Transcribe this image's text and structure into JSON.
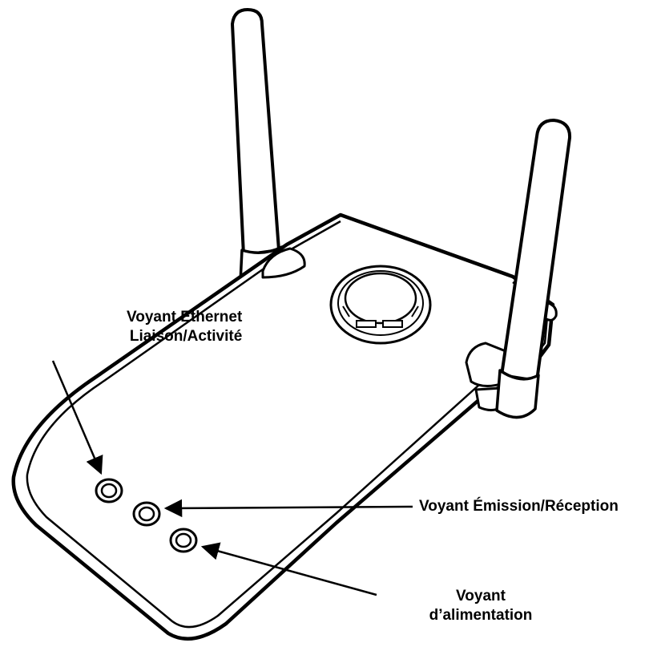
{
  "labels": {
    "ethernet": {
      "line1": "Voyant Ethernet",
      "line2": "Liaison/Activité"
    },
    "txrx": "Voyant Émission/Réception",
    "power": {
      "line1": "Voyant",
      "line2": "d’alimentation"
    }
  },
  "colors": {
    "stroke": "#000000",
    "fill": "#ffffff"
  }
}
